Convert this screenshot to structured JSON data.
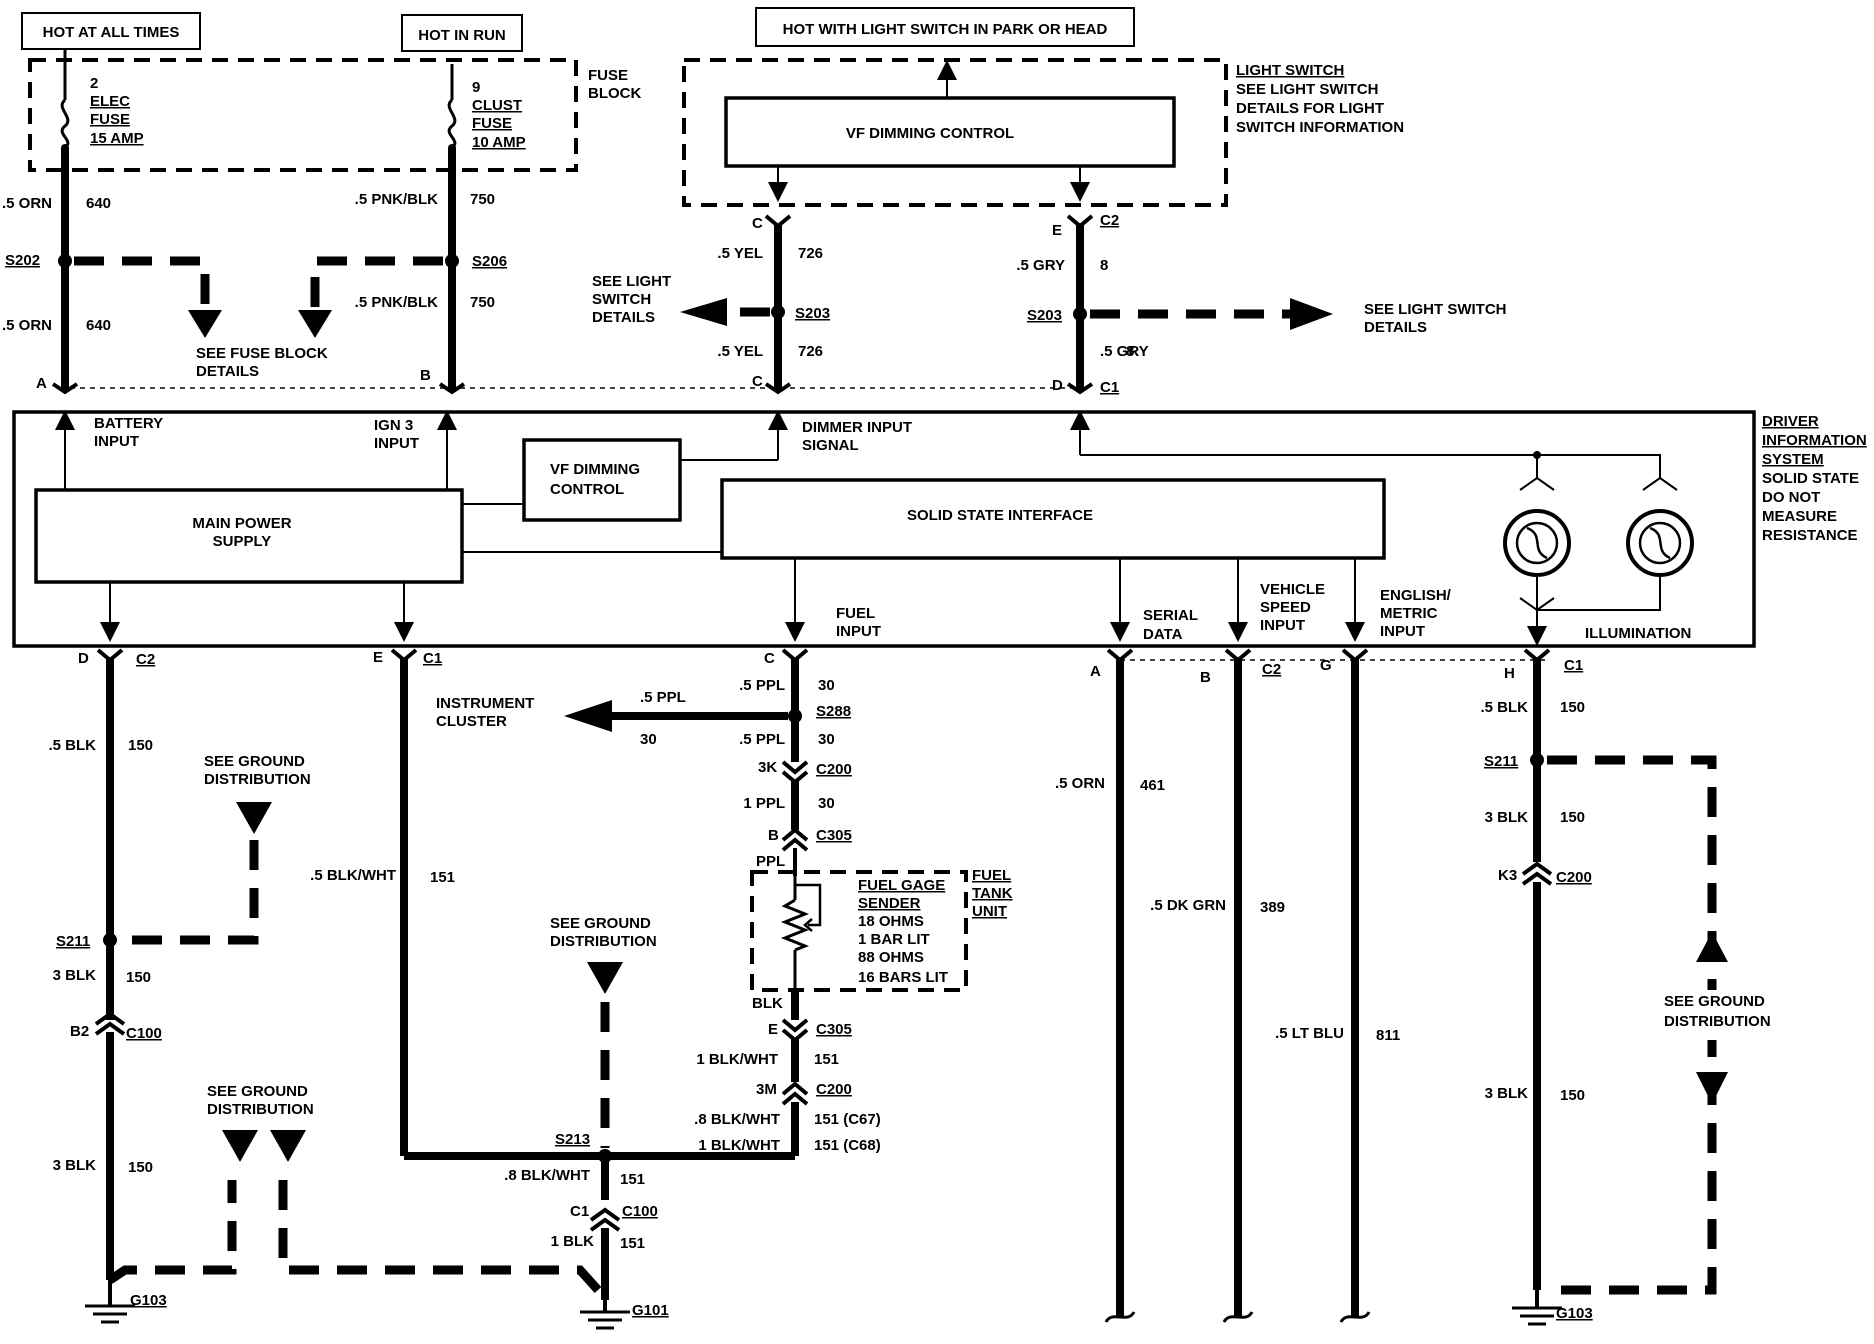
{
  "headers": {
    "hot_all_times": "HOT AT ALL TIMES",
    "hot_in_run": "HOT IN RUN",
    "hot_light_switch": "HOT WITH LIGHT SWITCH IN PARK OR HEAD"
  },
  "fuse_block": {
    "label_1": "FUSE",
    "label_2": "BLOCK",
    "elec": {
      "num": "2",
      "l1": "ELEC",
      "l2": "FUSE",
      "l3": "15 AMP"
    },
    "clust": {
      "num": "9",
      "l1": "CLUST",
      "l2": "FUSE",
      "l3": "10 AMP"
    }
  },
  "light_switch": {
    "l1": "LIGHT SWITCH",
    "l2": "SEE LIGHT SWITCH",
    "l3": "DETAILS FOR LIGHT",
    "l4": "SWITCH INFORMATION",
    "vf_dimming": "VF DIMMING CONTROL",
    "see_details_left": [
      "SEE LIGHT",
      "SWITCH",
      "DETAILS"
    ],
    "see_details_right": [
      "SEE LIGHT SWITCH",
      "DETAILS"
    ]
  },
  "upper_wires": {
    "orn_size": ".5 ORN",
    "orn_circuit": "640",
    "pnk_size": ".5 PNK/BLK",
    "pnk_circuit": "750",
    "yel_size": ".5 YEL",
    "yel_circuit": "726",
    "gry_size": ".5 GRY",
    "gry_circuit": "8",
    "s202": "S202",
    "s206": "S206",
    "s203": "S203",
    "see_fuse_block": [
      "SEE FUSE BLOCK",
      "DETAILS"
    ],
    "pin_a": "A",
    "pin_b": "B",
    "pin_c": "C",
    "pin_d": "D",
    "pin_e": "E",
    "c1": "C1",
    "c2": "C2"
  },
  "dis": {
    "battery_input": [
      "BATTERY",
      "INPUT"
    ],
    "ign3_input": [
      "IGN 3",
      "INPUT"
    ],
    "dimmer_input": [
      "DIMMER INPUT",
      "SIGNAL"
    ],
    "vf_dimming": [
      "VF DIMMING",
      "CONTROL"
    ],
    "main_power": [
      "MAIN POWER",
      "SUPPLY"
    ],
    "solid_state": "SOLID STATE INTERFACE",
    "fuel_input": [
      "FUEL",
      "INPUT"
    ],
    "serial_data": [
      "SERIAL",
      "DATA"
    ],
    "vehicle_speed": [
      "VEHICLE",
      "SPEED",
      "INPUT"
    ],
    "english_metric": [
      "ENGLISH/",
      "METRIC",
      "INPUT"
    ],
    "illumination": "ILLUMINATION",
    "side_label": [
      "DRIVER",
      "INFORMATION",
      "SYSTEM",
      "SOLID STATE",
      "DO NOT",
      "MEASURE",
      "RESISTANCE"
    ]
  },
  "lower": {
    "pin_d": "D",
    "pin_e": "E",
    "pin_c": "C",
    "pin_a": "A",
    "pin_b": "B",
    "pin_g": "G",
    "pin_h": "H",
    "c1": "C1",
    "c2": "C2",
    "blk_05": ".5 BLK",
    "c150": "150",
    "see_ground": [
      "SEE GROUND",
      "DISTRIBUTION"
    ],
    "s211": "S211",
    "blk_3": "3 BLK",
    "b2": "B2",
    "c100": "C100",
    "g103": "G103",
    "g101": "G101",
    "blkwht_05": ".5 BLK/WHT",
    "c151": "151",
    "instrument_cluster": [
      "INSTRUMENT",
      "CLUSTER"
    ],
    "ppl_05": ".5 PPL",
    "c30": "30",
    "s288": "S288",
    "k3": "3K",
    "c200": "C200",
    "ppl_1": "1 PPL",
    "pin_b305": "B",
    "c305": "C305",
    "ppl": "PPL",
    "fuel_gage": [
      "FUEL GAGE",
      "SENDER",
      "18 OHMS",
      "1 BAR LIT",
      "88 OHMS",
      "16 BARS LIT"
    ],
    "fuel_tank": [
      "FUEL",
      "TANK",
      "UNIT"
    ],
    "blk": "BLK",
    "pin_e305": "E",
    "blkwht_1": "1 BLK/WHT",
    "m3": "3M",
    "blkwht_08": ".8 BLK/WHT",
    "c151_c67": "151 (C67)",
    "c151_c68": "151 (C68)",
    "s213": "S213",
    "pin_c1": "C1",
    "blk_1": "1 BLK",
    "orn_05": ".5 ORN",
    "c461": "461",
    "dkgrn": ".5 DK GRN",
    "c389": "389",
    "ltblu": ".5 LT BLU",
    "c811": "811",
    "pin_k3": "K3"
  }
}
